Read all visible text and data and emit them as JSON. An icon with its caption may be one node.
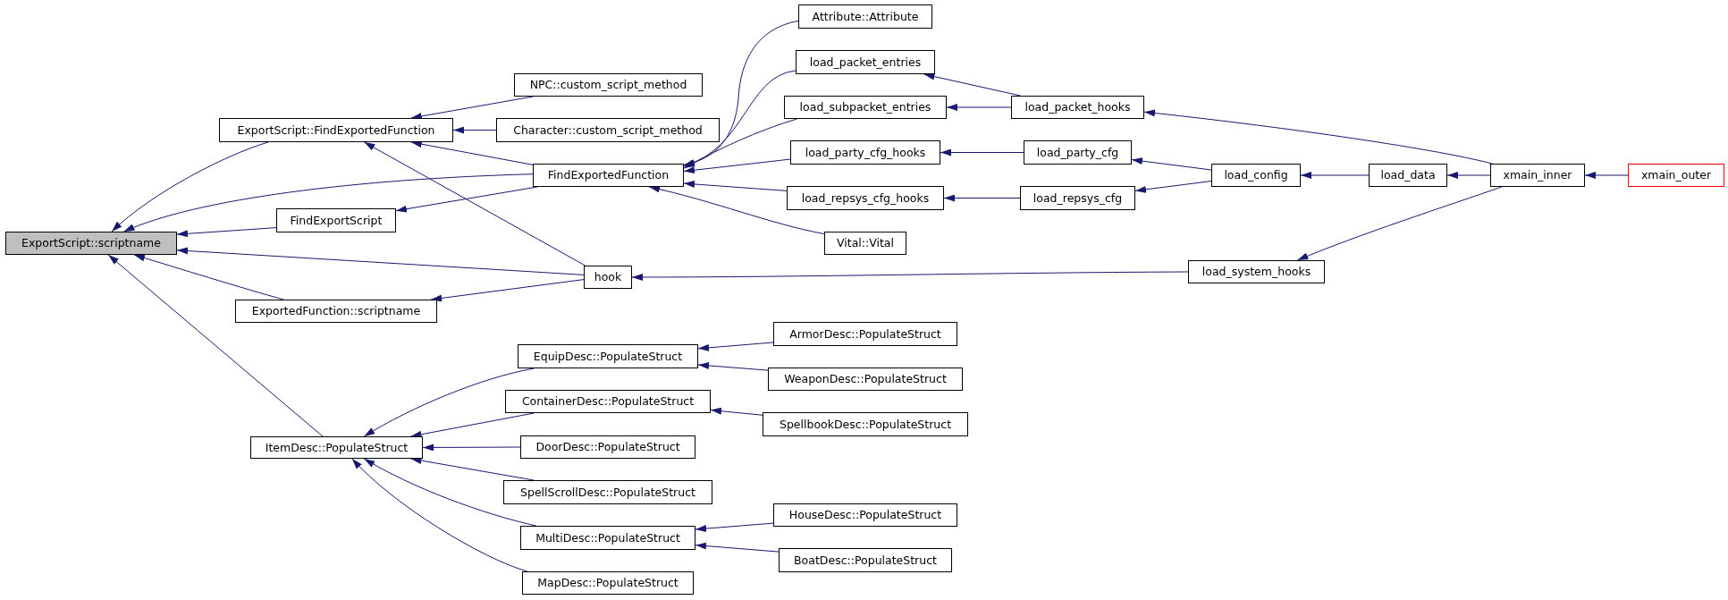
{
  "diagram": {
    "nodes": [
      {
        "text": [
          "ExportScript::scriptname"
        ]
      },
      {
        "text": [
          "ExportScript::FindExportedFunction"
        ]
      },
      {
        "text": [
          "FindExportScript"
        ]
      },
      {
        "text": [
          "ExportedFunction::scriptname"
        ]
      },
      {
        "text": [
          "ItemDesc::PopulateStruct"
        ]
      },
      {
        "text": [
          "NPC::custom_script_method"
        ]
      },
      {
        "text": [
          "Character::custom_script_method"
        ]
      },
      {
        "text": [
          "FindExportedFunction"
        ]
      },
      {
        "text": [
          "hook"
        ]
      },
      {
        "text": [
          "EquipDesc::PopulateStruct"
        ]
      },
      {
        "text": [
          "ContainerDesc::PopulateStruct"
        ]
      },
      {
        "text": [
          "DoorDesc::PopulateStruct"
        ]
      },
      {
        "text": [
          "SpellScrollDesc::PopulateStruct"
        ]
      },
      {
        "text": [
          "MultiDesc::PopulateStruct"
        ]
      },
      {
        "text": [
          "MapDesc::PopulateStruct"
        ]
      },
      {
        "text": [
          "Attribute::Attribute"
        ]
      },
      {
        "text": [
          "load_packet_entries"
        ]
      },
      {
        "text": [
          "load_subpacket_entries"
        ]
      },
      {
        "text": [
          "load_party_cfg_hooks"
        ]
      },
      {
        "text": [
          "load_repsys_cfg_hooks"
        ]
      },
      {
        "text": [
          "Vital::Vital"
        ]
      },
      {
        "text": [
          "ArmorDesc::PopulateStruct"
        ]
      },
      {
        "text": [
          "WeaponDesc::PopulateStruct"
        ]
      },
      {
        "text": [
          "SpellbookDesc::PopulateStruct"
        ]
      },
      {
        "text": [
          "HouseDesc::PopulateStruct"
        ]
      },
      {
        "text": [
          "BoatDesc::PopulateStruct"
        ]
      },
      {
        "text": [
          "load_packet_hooks"
        ]
      },
      {
        "text": [
          "load_party_cfg"
        ]
      },
      {
        "text": [
          "load_repsys_cfg"
        ]
      },
      {
        "text": [
          "load_config"
        ]
      },
      {
        "text": [
          "load_system_hooks"
        ]
      },
      {
        "text": [
          "load_data"
        ]
      },
      {
        "text": [
          "xmain_inner"
        ]
      },
      {
        "text": [
          "xmain_outer"
        ]
      }
    ],
    "edges": [
      {
        "from": 1,
        "to": 0,
        "arrow": "to"
      },
      {
        "from": 7,
        "to": 0,
        "arrow": "to"
      },
      {
        "from": 2,
        "to": 0,
        "arrow": "to"
      },
      {
        "from": 8,
        "to": 0,
        "arrow": "to"
      },
      {
        "from": 3,
        "to": 0,
        "arrow": "to"
      },
      {
        "from": 4,
        "to": 0,
        "arrow": "to"
      },
      {
        "from": 5,
        "to": 1,
        "arrow": "to"
      },
      {
        "from": 6,
        "to": 1,
        "arrow": "to"
      },
      {
        "from": 7,
        "to": 1,
        "arrow": "to"
      },
      {
        "from": 8,
        "to": 1,
        "arrow": "to"
      },
      {
        "from": 7,
        "to": 2,
        "arrow": "to"
      },
      {
        "from": 8,
        "to": 3,
        "arrow": "to"
      },
      {
        "from": 15,
        "to": 7,
        "arrow": "to"
      },
      {
        "from": 16,
        "to": 7,
        "arrow": "to"
      },
      {
        "from": 17,
        "to": 7,
        "arrow": "to"
      },
      {
        "from": 18,
        "to": 7,
        "arrow": "to"
      },
      {
        "from": 19,
        "to": 7,
        "arrow": "to"
      },
      {
        "from": 20,
        "to": 7,
        "arrow": "to"
      },
      {
        "from": 26,
        "to": 16,
        "arrow": "to"
      },
      {
        "from": 26,
        "to": 17,
        "arrow": "to"
      },
      {
        "from": 27,
        "to": 18,
        "arrow": "to"
      },
      {
        "from": 28,
        "to": 19,
        "arrow": "to"
      },
      {
        "from": 29,
        "to": 27,
        "arrow": "to"
      },
      {
        "from": 29,
        "to": 28,
        "arrow": "to"
      },
      {
        "from": 31,
        "to": 29,
        "arrow": "to"
      },
      {
        "from": 32,
        "to": 31,
        "arrow": "to"
      },
      {
        "from": 33,
        "to": 32,
        "arrow": "to"
      },
      {
        "from": 32,
        "to": 26,
        "arrow": "to"
      },
      {
        "from": 32,
        "to": 30,
        "arrow": "to"
      },
      {
        "from": 30,
        "to": 8,
        "arrow": "to"
      },
      {
        "from": 9,
        "to": 4,
        "arrow": "to"
      },
      {
        "from": 10,
        "to": 4,
        "arrow": "to"
      },
      {
        "from": 11,
        "to": 4,
        "arrow": "to"
      },
      {
        "from": 12,
        "to": 4,
        "arrow": "to"
      },
      {
        "from": 13,
        "to": 4,
        "arrow": "to"
      },
      {
        "from": 14,
        "to": 4,
        "arrow": "to"
      },
      {
        "from": 21,
        "to": 9,
        "arrow": "to"
      },
      {
        "from": 22,
        "to": 9,
        "arrow": "to"
      },
      {
        "from": 23,
        "to": 10,
        "arrow": "to"
      },
      {
        "from": 24,
        "to": 13,
        "arrow": "to"
      },
      {
        "from": 25,
        "to": 13,
        "arrow": "to"
      }
    ]
  }
}
